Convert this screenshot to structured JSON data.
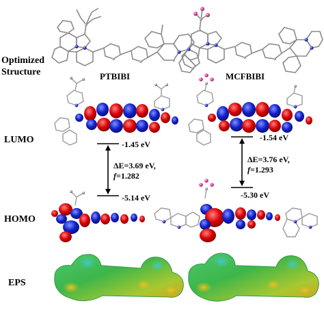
{
  "rows": {
    "optimized": "Optimized Structure",
    "lumo": "LUMO",
    "homo": "HOMO",
    "eps": "EPS"
  },
  "molecules": [
    {
      "name": "PTBIBI",
      "lumo_energy": "-1.45 eV",
      "homo_energy": "-5.14 eV",
      "gap_line1": "ΔE=3.69 eV,",
      "gap_f_symbol": "f",
      "gap_f_value": "=1.282"
    },
    {
      "name": "MCFBIBI",
      "lumo_energy": "-1.54 eV",
      "homo_energy": "-5.30 eV",
      "gap_line1": "ΔE=3.76 eV,",
      "gap_f_symbol": "f",
      "gap_f_value": "=1.293"
    }
  ],
  "colors": {
    "orbital_positive": "#d90000",
    "orbital_negative": "#1020c8",
    "atom_carbon": "#9a9a9a",
    "atom_nitrogen": "#2030d0",
    "atom_fluorine": "#e0409a",
    "eps_green": "#3db64a",
    "eps_yellow": "#d8c020",
    "eps_cyan": "#40c8b8"
  }
}
